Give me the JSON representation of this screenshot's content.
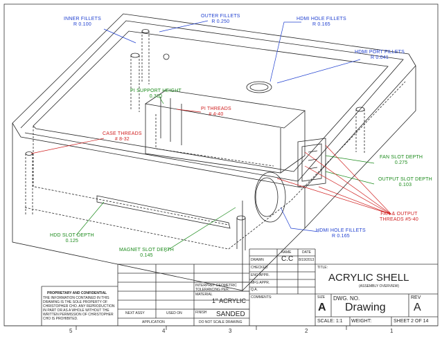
{
  "callouts": {
    "inner_fillets": {
      "name": "INNER FILLETS",
      "value": "R 0.100"
    },
    "outer_fillets": {
      "name": "OUTER FILLETS",
      "value": "R 0.250"
    },
    "hdmi_hole_fillets_top": {
      "name": "HDMI HOLE FILLETS",
      "value": "R 0.165"
    },
    "hdmi_port_fillets": {
      "name": "HDMI PORT FILLETS",
      "value": "R 0.041"
    },
    "pi_support_height": {
      "name": "PI SUPPORT HEIGHT",
      "value": "0.310"
    },
    "pi_threads": {
      "name": "PI THREADS",
      "value": "# 4-40"
    },
    "case_threads": {
      "name": "CASE THREADS",
      "value": "# 8-32"
    },
    "fan_slot_depth": {
      "name": "FAN SLOT DEPTH",
      "value": "0.275"
    },
    "output_slot_depth": {
      "name": "OUTPUT SLOT DEPTH",
      "value": "0.103"
    },
    "fan_output_threads": {
      "name": "FAN & OUTPUT",
      "name2": "THREADS",
      "value": "#5-40"
    },
    "hdmi_hole_fillets_bottom": {
      "name": "HDMI HOLE FILLETS",
      "value": "R 0.165"
    },
    "hdd_slot_depth": {
      "name": "HDD SLOT DEPTH",
      "value": "0.125"
    },
    "magnet_slot_depth": {
      "name": "MAGNET SLOT DEPTH",
      "value": "0.145"
    }
  },
  "colors": {
    "blue": "#2040d0",
    "red": "#d02020",
    "green": "#1a8a1a"
  },
  "title_block": {
    "col_name": "NAME",
    "col_date": "DATE",
    "drawn_label": "DRAWN",
    "drawn_name": "C.C",
    "drawn_date": "8/19/2013",
    "checked": "CHECKED",
    "eng_appr": "ENG APPR.",
    "mfg_appr": "MFG APPR.",
    "qa": "Q.A.",
    "comments": "COMMENTS:",
    "title_label": "TITLE:",
    "title": "ACRYLIC SHELL",
    "subtitle": "(ASSEMBLY OVERVIEW)",
    "size_label": "SIZE",
    "size": "A",
    "dwg_no_label": "DWG. NO.",
    "dwg_no": "Drawing",
    "rev_label": "REV",
    "rev": "A",
    "scale": "SCALE: 1:1",
    "weight": "WEIGHT:",
    "sheet": "SHEET 2 OF 14",
    "tolerancing": "INTERPRET GEOMETRIC",
    "tolerancing2": "TOLERANCING PER:",
    "material_label": "MATERIAL",
    "material": "1\" ACRYLIC",
    "finish_label": "FINISH",
    "finish": "SANDED",
    "do_not_scale": "DO NOT SCALE DRAWING",
    "next_assy": "NEXT ASSY",
    "used_on": "USED ON",
    "application": "APPLICATION",
    "proprietary_title": "PROPRIETARY AND CONFIDENTIAL",
    "proprietary_lines": [
      "THE INFORMATION CONTAINED IN THIS",
      "DRAWING IS THE SOLE PROPERTY OF",
      "CHRISTOPHER CHO. ANY REPRODUCTION",
      "IN PART OR AS A WHOLE WITHOUT THE",
      "WRITTEN PERMISSION OF CHRISTOPHER",
      "CHO IS PROHIBITED."
    ]
  },
  "zones": [
    "5",
    "4",
    "3",
    "2",
    "1"
  ]
}
